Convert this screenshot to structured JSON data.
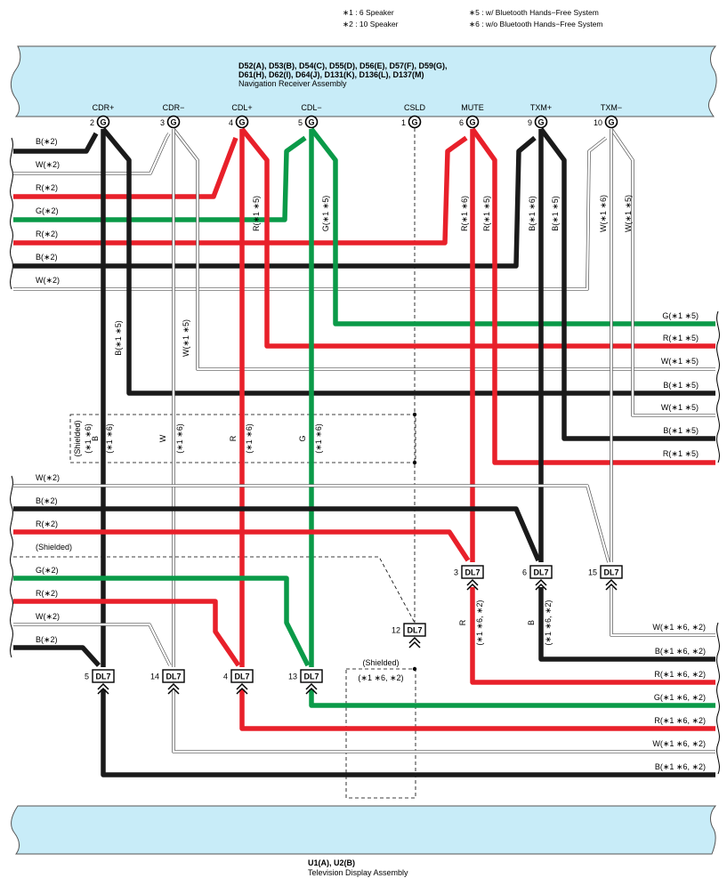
{
  "notes": [
    "∗1 : 6 Speaker",
    "∗2 : 10 Speaker",
    "∗5 : w/ Bluetooth Hands−Free System",
    "∗6 : w/o Bluetooth Hands−Free System"
  ],
  "top_component": {
    "codes_line1": "D52(A), D53(B), D54(C), D55(D), D56(E), D57(F), D59(G),",
    "codes_line2": "D61(H), D62(I), D64(J), D131(K), D136(L), D137(M)",
    "name": "Navigation Receiver Assembly"
  },
  "bottom_component": {
    "codes": "U1(A), U2(B)",
    "name": "Television Display Assembly"
  },
  "terminals": [
    {
      "name": "CDR+",
      "pin": "2",
      "conn": "G"
    },
    {
      "name": "CDR−",
      "pin": "3",
      "conn": "G"
    },
    {
      "name": "CDL+",
      "pin": "4",
      "conn": "G"
    },
    {
      "name": "CDL−",
      "pin": "5",
      "conn": "G"
    },
    {
      "name": "CSLD",
      "pin": "1",
      "conn": "G"
    },
    {
      "name": "MUTE",
      "pin": "6",
      "conn": "G"
    },
    {
      "name": "TXM+",
      "pin": "9",
      "conn": "G"
    },
    {
      "name": "TXM−",
      "pin": "10",
      "conn": "G"
    }
  ],
  "dl7_terminals": [
    {
      "pin": "5",
      "conn": "DL7"
    },
    {
      "pin": "14",
      "conn": "DL7"
    },
    {
      "pin": "4",
      "conn": "DL7"
    },
    {
      "pin": "13",
      "conn": "DL7"
    },
    {
      "pin": "12",
      "conn": "DL7"
    },
    {
      "pin": "3",
      "conn": "DL7"
    },
    {
      "pin": "6",
      "conn": "DL7"
    },
    {
      "pin": "15",
      "conn": "DL7"
    }
  ],
  "labels": {
    "upper_left": [
      "B(∗2)",
      "W(∗2)",
      "R(∗2)",
      "G(∗2)",
      "R(∗2)",
      "B(∗2)",
      "W(∗2)"
    ],
    "lower_left": [
      "W(∗2)",
      "B(∗2)",
      "R(∗2)",
      "(Shielded)",
      "G(∗2)",
      "R(∗2)",
      "W(∗2)",
      "B(∗2)"
    ],
    "right_upper": [
      "G(∗1 ∗5)",
      "R(∗1 ∗5)",
      "W(∗1 ∗5)",
      "B(∗1 ∗5)",
      "W(∗1 ∗5)",
      "B(∗1 ∗5)",
      "R(∗1 ∗5)"
    ],
    "right_lower": [
      "W(∗1 ∗6, ∗2)",
      "B(∗1 ∗6, ∗2)",
      "R(∗1 ∗6, ∗2)",
      "G(∗1 ∗6, ∗2)",
      "R(∗1 ∗6, ∗2)",
      "W(∗1 ∗6, ∗2)",
      "B(∗1 ∗6, ∗2)"
    ],
    "vertical": [
      "B(∗1 ∗5)",
      "W(∗1 ∗5)",
      "R(∗1 ∗5)",
      "G(∗1 ∗5)",
      "R(∗1 ∗6)",
      "R(∗1 ∗5)",
      "B(∗1 ∗6)",
      "B(∗1 ∗5)",
      "W(∗1 ∗6)",
      "W(∗1 ∗5)"
    ],
    "shield_box": [
      "(Shielded)",
      "(∗1 ∗6)",
      "B",
      "(∗1 ∗6)",
      "W",
      "(∗1 ∗6)",
      "R",
      "(∗1 ∗6)",
      "G",
      "(∗1 ∗6)"
    ],
    "lower_shield": [
      "(Shielded)",
      "(∗1 ∗6, ∗2)"
    ],
    "lower_vertical": [
      "R",
      "(∗1 ∗6, ∗2)",
      "B",
      "(∗1 ∗6, ∗2)"
    ]
  },
  "colors": {
    "B": "#1a1a1a",
    "R": "#e8202a",
    "G": "#0a9a48",
    "connector_fill": "#c8ecf8",
    "connector_stroke": "#555555"
  }
}
